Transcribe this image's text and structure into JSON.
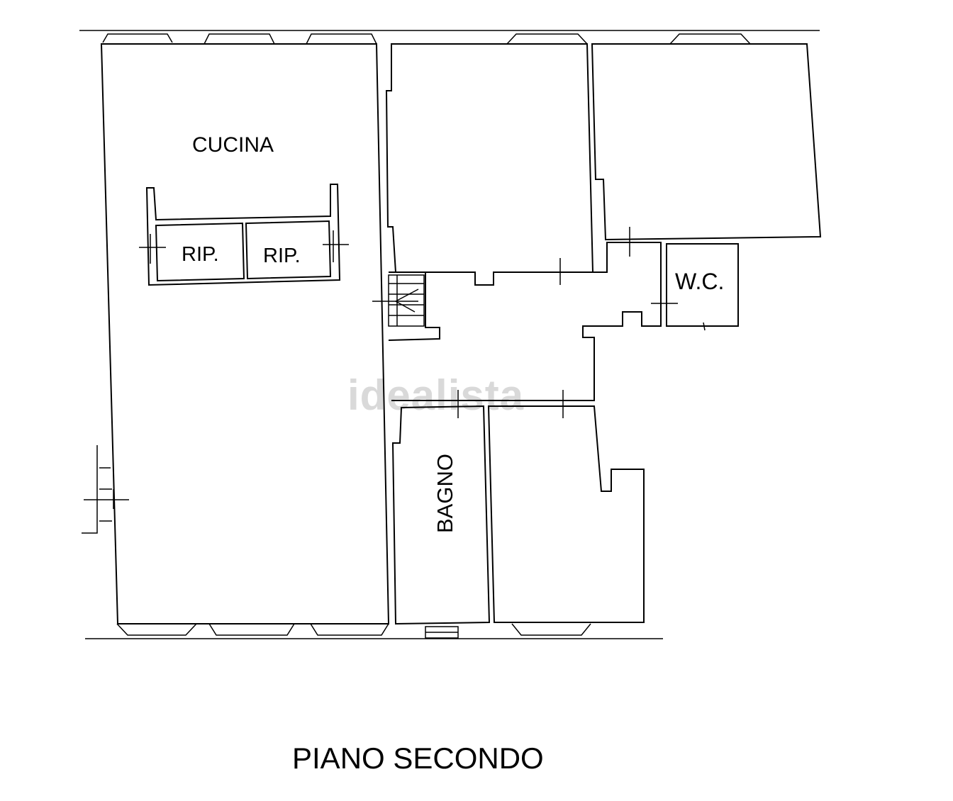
{
  "rooms": {
    "kitchen": "CUCINA",
    "storage_1": "RIP.",
    "storage_2": "RIP.",
    "wc": "W.C.",
    "bathroom": "BAGNO"
  },
  "floor_title": "PIANO SECONDO",
  "watermark": "idealista"
}
